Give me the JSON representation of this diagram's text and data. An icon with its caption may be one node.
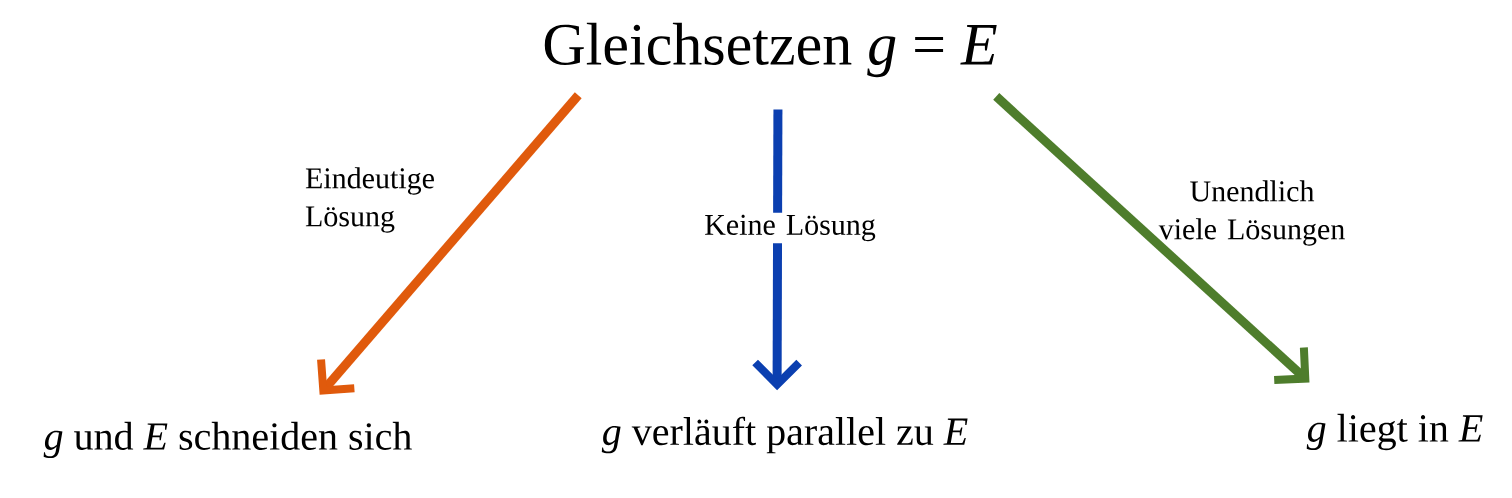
{
  "diagram": {
    "nodes": [
      {
        "text": [
          "Gleichsetzen *g* = *E*"
        ]
      },
      {
        "text": [
          "*g* und *E* schneiden sich"
        ]
      },
      {
        "text": [
          "*g* verläuft parallel zu *E*"
        ]
      },
      {
        "text": [
          "*g* liegt in *E*"
        ]
      }
    ],
    "edges": [
      {
        "from": 0,
        "to": 1,
        "arrow": "to",
        "label": "Eindeutige Lösung",
        "color": "#e05a0c"
      },
      {
        "from": 0,
        "to": 2,
        "arrow": "to",
        "label": "Keine Lösung",
        "color": "#0b3fb0"
      },
      {
        "from": 0,
        "to": 3,
        "arrow": "to",
        "label": "Unendlich viele Lösungen",
        "color": "#4e7d2c"
      }
    ]
  }
}
